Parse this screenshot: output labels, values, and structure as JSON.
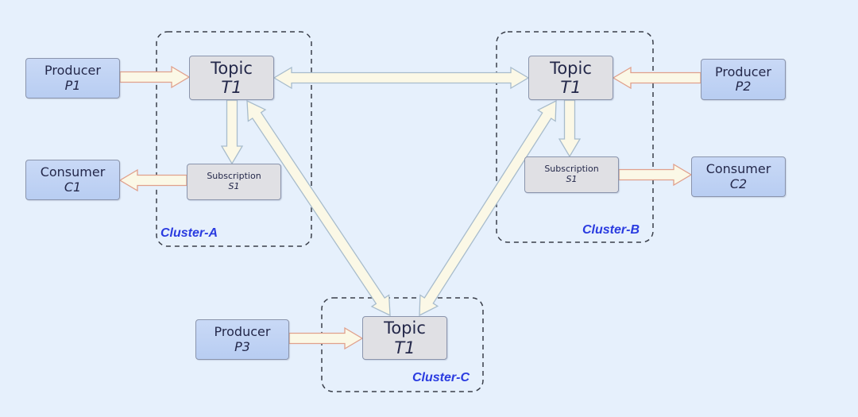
{
  "diagram": {
    "colors": {
      "background": "#e6f0fc",
      "client_fill": "#c4d6f5",
      "broker_fill": "#e0e0e4",
      "cluster_label": "#2a3be0",
      "client_arrow_stroke": "#e0a08c",
      "replication_arrow_stroke": "#a8bccc",
      "arrow_fill": "#fbf8e6"
    },
    "clusters": [
      {
        "id": "cluster-a",
        "label": "Cluster-A"
      },
      {
        "id": "cluster-b",
        "label": "Cluster-B"
      },
      {
        "id": "cluster-c",
        "label": "Cluster-C"
      }
    ],
    "producers": [
      {
        "id": "p1",
        "title": "Producer",
        "name": "P1"
      },
      {
        "id": "p2",
        "title": "Producer",
        "name": "P2"
      },
      {
        "id": "p3",
        "title": "Producer",
        "name": "P3"
      }
    ],
    "consumers": [
      {
        "id": "c1",
        "title": "Consumer",
        "name": "C1"
      },
      {
        "id": "c2",
        "title": "Consumer",
        "name": "C2"
      }
    ],
    "topics": [
      {
        "id": "topic-a",
        "title": "Topic",
        "name": "T1",
        "cluster": "Cluster-A"
      },
      {
        "id": "topic-b",
        "title": "Topic",
        "name": "T1",
        "cluster": "Cluster-B"
      },
      {
        "id": "topic-c",
        "title": "Topic",
        "name": "T1",
        "cluster": "Cluster-C"
      }
    ],
    "subscriptions": [
      {
        "id": "sub-a",
        "title": "Subscription",
        "name": "S1",
        "cluster": "Cluster-A"
      },
      {
        "id": "sub-b",
        "title": "Subscription",
        "name": "S1",
        "cluster": "Cluster-B"
      }
    ],
    "edges": [
      {
        "from": "P1",
        "to": "Topic T1 (Cluster-A)",
        "type": "publish"
      },
      {
        "from": "P2",
        "to": "Topic T1 (Cluster-B)",
        "type": "publish"
      },
      {
        "from": "P3",
        "to": "Topic T1 (Cluster-C)",
        "type": "publish"
      },
      {
        "from": "Topic T1 (Cluster-A)",
        "to": "Subscription S1 (Cluster-A)",
        "type": "deliver"
      },
      {
        "from": "Topic T1 (Cluster-B)",
        "to": "Subscription S1 (Cluster-B)",
        "type": "deliver"
      },
      {
        "from": "Subscription S1 (Cluster-A)",
        "to": "C1",
        "type": "consume"
      },
      {
        "from": "Subscription S1 (Cluster-B)",
        "to": "C2",
        "type": "consume"
      },
      {
        "from": "Topic T1 (Cluster-A)",
        "to": "Topic T1 (Cluster-B)",
        "type": "replication",
        "bidirectional": true
      },
      {
        "from": "Topic T1 (Cluster-A)",
        "to": "Topic T1 (Cluster-C)",
        "type": "replication",
        "bidirectional": true
      },
      {
        "from": "Topic T1 (Cluster-B)",
        "to": "Topic T1 (Cluster-C)",
        "type": "replication",
        "bidirectional": true
      }
    ]
  }
}
